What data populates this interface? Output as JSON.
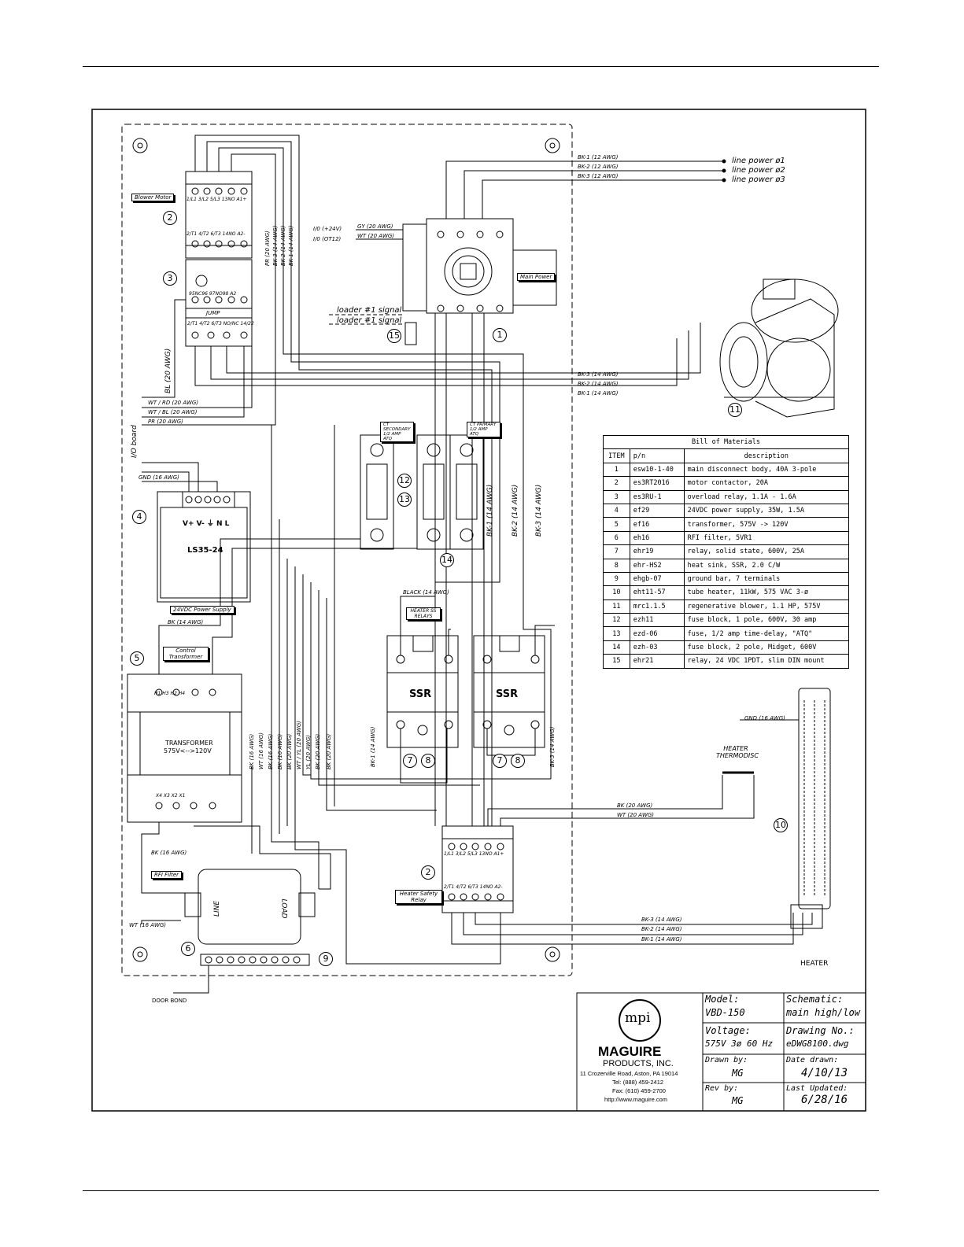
{
  "line_power": [
    "line power ø1",
    "line power ø2",
    "line power ø3"
  ],
  "wires_top": [
    "BK-1 (12 AWG)",
    "BK-2 (12 AWG)",
    "BK-3 (12 AWG)"
  ],
  "wires_blower": [
    "BK-3 (14 AWG)",
    "BK-2 (14 AWG)",
    "BK-1 (14 AWG)"
  ],
  "io_wires": [
    "I/0 (+24V)",
    "GY (20 AWG)",
    "I/0 (OT12)",
    "WT (20 AWG)"
  ],
  "loader_signal": "loader #1 signal",
  "labels": {
    "blower_motor": "Blower Motor",
    "main_power": "Main Power",
    "power_supply": "24VDC Power Supply",
    "ps_model": "LS35-24",
    "ps_terminals": "V+ V- ⏚ N  L",
    "control_transformer": "Control Transformer",
    "transformer": "TRANSFORMER",
    "transformer_ratio": "575V<-->120V",
    "rfi_filter": "RFI Filter",
    "line": "LINE",
    "load": "LOAD",
    "heater_ss_relays": "HEATER SS RELAYS",
    "heater_safety_relay": "Heater Safety Relay",
    "heater_thermodisc": "HEATER THERMODISC",
    "heater": "HEATER",
    "door_bond": "DOOR BOND",
    "ct_secondary": "CT SECONDARY 1/2 AMP ATQ",
    "ct_primary": "CT PRIMARY 1/2 AMP ATQ",
    "io_board": "I/O board",
    "jump": "JUMP",
    "ssr": "SSR",
    "contactor_top": "1/L1 3/L2 5/L3 13NO A1+",
    "contactor_bottom": "2/T1 4/T2 6/T3 14NO A2-",
    "overload_top": "95NC96  97NO98  A2",
    "overload_bottom": "2/T1 4/T2 6/T3 NO/NC 14/22",
    "tx_top": "H1  H3  H2  H4",
    "tx_bottom": "X4  X3  X2  X1"
  },
  "wire_labels": {
    "wt_rd": "WT / RD (20 AWG)",
    "wt_bl": "WT / BL (20 AWG)",
    "pr": "PR (20 AWG)",
    "gnd16": "GND (16 AWG)",
    "bl20": "BL (20 AWG)",
    "bk14": "BK (14 AWG)",
    "bk16": "BK (16 AWG)",
    "wt16": "WT (16 AWG)",
    "black14": "BLACK (14 AWG)",
    "bk20": "BK (20 AWG)",
    "wt20": "WT (20 AWG)",
    "gnd16b": "GND (16 AWG)",
    "vert_top": [
      "PR (20 AWG)",
      "BK-3 (14 AWG)",
      "BK-2 (14 AWG)",
      "BK-1 (14 AWG)"
    ],
    "vert_mid": [
      "BK-1 (14 AWG)",
      "BK-2 (14 AWG)",
      "BK-3 (14 AWG)"
    ],
    "vert_low": [
      "BK (16 AWG)",
      "WT (16 AWG)",
      "BK (16 AWG)",
      "BK (16 AWG)",
      "BK (20 AWG)",
      "WT / YL (20 AWG)",
      "YL (20 AWG)",
      "BK (20 AWG)",
      "BK (20 AWG)"
    ],
    "ssr_side": [
      "BK-1 (14 AWG)",
      "BK-3 (14 AWG)"
    ],
    "heater_wires": [
      "BK-3 (14 AWG)",
      "BK-2 (14 AWG)",
      "BK-1 (14 AWG)"
    ]
  },
  "item_numbers": [
    "1",
    "2",
    "3",
    "4",
    "5",
    "6",
    "7",
    "8",
    "9",
    "10",
    "11",
    "12",
    "13",
    "14",
    "15"
  ],
  "bom": {
    "title": "Bill of Materials",
    "headers": [
      "ITEM",
      "p/n",
      "description"
    ],
    "rows": [
      [
        "1",
        "esw10-1-40",
        "main disconnect body, 40A 3-pole"
      ],
      [
        "2",
        "es3RT2016",
        "motor contactor, 20A"
      ],
      [
        "3",
        "es3RU-1",
        "overload relay, 1.1A - 1.6A"
      ],
      [
        "4",
        "ef29",
        "24VDC power supply, 35W, 1.5A"
      ],
      [
        "5",
        "ef16",
        "transformer, 575V -> 120V"
      ],
      [
        "6",
        "eh16",
        "RFI filter, 5VR1"
      ],
      [
        "7",
        "ehr19",
        "relay, solid state, 600V, 25A"
      ],
      [
        "8",
        "ehr-HS2",
        "heat sink, SSR, 2.0 C/W"
      ],
      [
        "9",
        "ehgb-07",
        "ground bar, 7 terminals"
      ],
      [
        "10",
        "eht11-57",
        "tube heater, 11kW, 575 VAC 3-ø"
      ],
      [
        "11",
        "mrc1.1.5",
        "regenerative blower, 1.1 HP, 575V"
      ],
      [
        "12",
        "ezh11",
        "fuse block, 1 pole, 600V, 30 amp"
      ],
      [
        "13",
        "ezd-06",
        "fuse, 1/2 amp time-delay, \"ATQ\""
      ],
      [
        "14",
        "ezh-03",
        "fuse block, 2 pole, Midget, 600V"
      ],
      [
        "15",
        "ehr21",
        "relay, 24 VDC 1PDT, slim DIN mount"
      ]
    ]
  },
  "title_block": {
    "logo": "mpi",
    "company": "MAGUIRE",
    "company2": "PRODUCTS, INC.",
    "address": "11 Crozerville Road, Aston, PA 19014",
    "tel": "Tel: (888) 459-2412",
    "fax": "Fax: (610) 459-2700",
    "web": "http://www.maguire.com",
    "model_label": "Model:",
    "model": "VBD-150",
    "schematic_label": "Schematic:",
    "schematic": "main high/low",
    "voltage_label": "Voltage:",
    "voltage": "575V 3ø 60 Hz",
    "drawing_label": "Drawing No.:",
    "drawing": "eDWG8100.dwg",
    "drawn_by_label": "Drawn by:",
    "drawn_by": "MG",
    "date_label": "Date drawn:",
    "date": "4/10/13",
    "rev_label": "Rev by:",
    "rev": "MG",
    "updated_label": "Last Updated:",
    "updated": "6/28/16"
  }
}
